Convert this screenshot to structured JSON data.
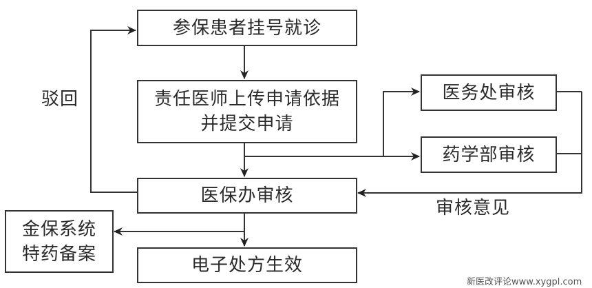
{
  "diagram": {
    "type": "flowchart",
    "nodes": {
      "registration": {
        "lines": [
          "参保患者挂号就诊"
        ]
      },
      "doctor_submit": {
        "lines": [
          "责任医师上传申请依据",
          "并提交申请"
        ]
      },
      "insurance_review": {
        "lines": [
          "医保办审核"
        ]
      },
      "e_prescription": {
        "lines": [
          "电子处方生效"
        ]
      },
      "jinbao_record": {
        "lines": [
          "金保系统",
          "特药备案"
        ]
      },
      "medical_affairs_review": {
        "lines": [
          "医务处审核"
        ]
      },
      "pharmacy_review": {
        "lines": [
          "药学部审核"
        ]
      }
    },
    "edge_labels": {
      "reject": "驳回",
      "review_opinion": "审核意见"
    },
    "edges": [
      {
        "from": "registration",
        "to": "doctor_submit"
      },
      {
        "from": "doctor_submit",
        "to": "insurance_review"
      },
      {
        "from": "doctor_submit",
        "to": "medical_affairs_review"
      },
      {
        "from": "doctor_submit",
        "to": "pharmacy_review"
      },
      {
        "from": "medical_affairs_review",
        "to": "insurance_review",
        "label": "审核意见"
      },
      {
        "from": "pharmacy_review",
        "to": "insurance_review",
        "label": "审核意见"
      },
      {
        "from": "insurance_review",
        "to": "registration",
        "label": "驳回"
      },
      {
        "from": "insurance_review",
        "to": "e_prescription"
      },
      {
        "from": "insurance_review",
        "to": "jinbao_record"
      }
    ]
  },
  "watermark": "新医改评论www.xygpl.com"
}
